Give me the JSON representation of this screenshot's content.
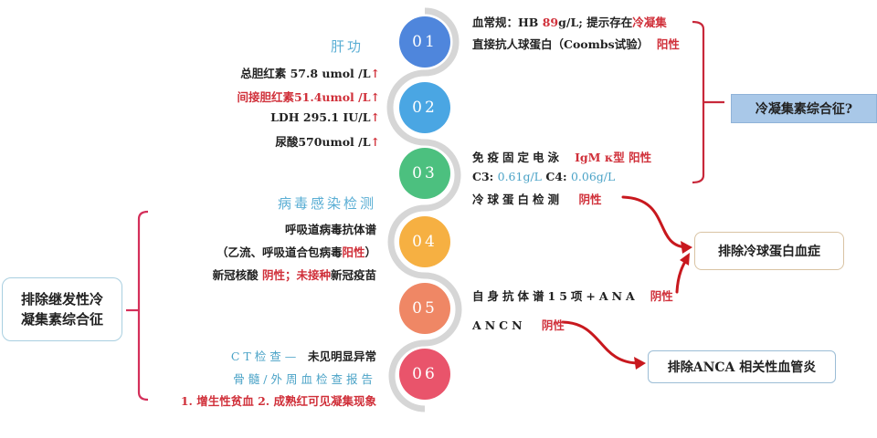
{
  "colors": {
    "circle_01": "#4f86dc",
    "circle_02": "#4aa6e3",
    "circle_03": "#4cc07f",
    "circle_04": "#f6b042",
    "circle_05": "#ef8765",
    "circle_06": "#e9546b",
    "accent_red": "#d0303a",
    "accent_blue": "#4ba3c7",
    "connector_gray": "#d3d3d3"
  },
  "steps": [
    {
      "label": "01"
    },
    {
      "label": "02"
    },
    {
      "label": "03"
    },
    {
      "label": "04"
    },
    {
      "label": "05"
    },
    {
      "label": "06"
    }
  ],
  "liver": {
    "heading": "肝功",
    "rows": [
      {
        "text": "总胆红素 57.8 umol /L",
        "arrow": "↑"
      },
      {
        "text": "间接胆红素51.4umol /L",
        "arrow": "↑"
      },
      {
        "text": "LDH 295.1 IU/L",
        "arrow": "↑"
      },
      {
        "text": "尿酸570umol /L",
        "arrow": "↑"
      }
    ]
  },
  "blood": {
    "line1_prefix": "血常规：HB ",
    "line1_value": "89",
    "line1_mid": "g/L;  提示存在",
    "line1_highlight": "冷凝集",
    "line2_prefix": "直接抗人球蛋白（Coombs试验）",
    "line2_result": "阳性"
  },
  "immuno": {
    "line1_prefix": "免疫固定电泳",
    "line1_result": "IgM κ型  阳性",
    "c3_label": "C3: ",
    "c3_value": "0.61g/L",
    "c4_label": " C4: ",
    "c4_value": "0.06g/L",
    "cryo_prefix": "冷球蛋白检测",
    "cryo_result": "阴性"
  },
  "virus": {
    "heading": "病毒感染检测",
    "line1": "呼吸道病毒抗体谱",
    "line2_prefix": "（乙流、呼吸道合包病毒",
    "line2_result": "阳性",
    "line2_suffix": "）",
    "line3_prefix": "新冠核酸 ",
    "line3_result": "阴性；未接种",
    "line3_suffix": "新冠疫苗"
  },
  "autoimmune": {
    "line1_prefix": "自身抗体谱15项+ANA",
    "line1_result": "阴性",
    "line2_prefix": "ANCN",
    "line2_result": "阴性"
  },
  "exams": {
    "ct_label": "CT检查—",
    "ct_result": "未见明显异常",
    "marrow_heading": "骨髓/外周血检查报告",
    "marrow_result": "1. 增生性贫血   2. 成熟红可见凝集现象"
  },
  "conclusions": {
    "cold_agglutinin": "冷凝集素综合征?",
    "exclude_cryo": "排除冷球蛋白血症",
    "exclude_anca": "排除ANCA 相关性血管炎",
    "exclude_secondary_line1": "排除继发性冷",
    "exclude_secondary_line2": "凝集素综合征"
  }
}
